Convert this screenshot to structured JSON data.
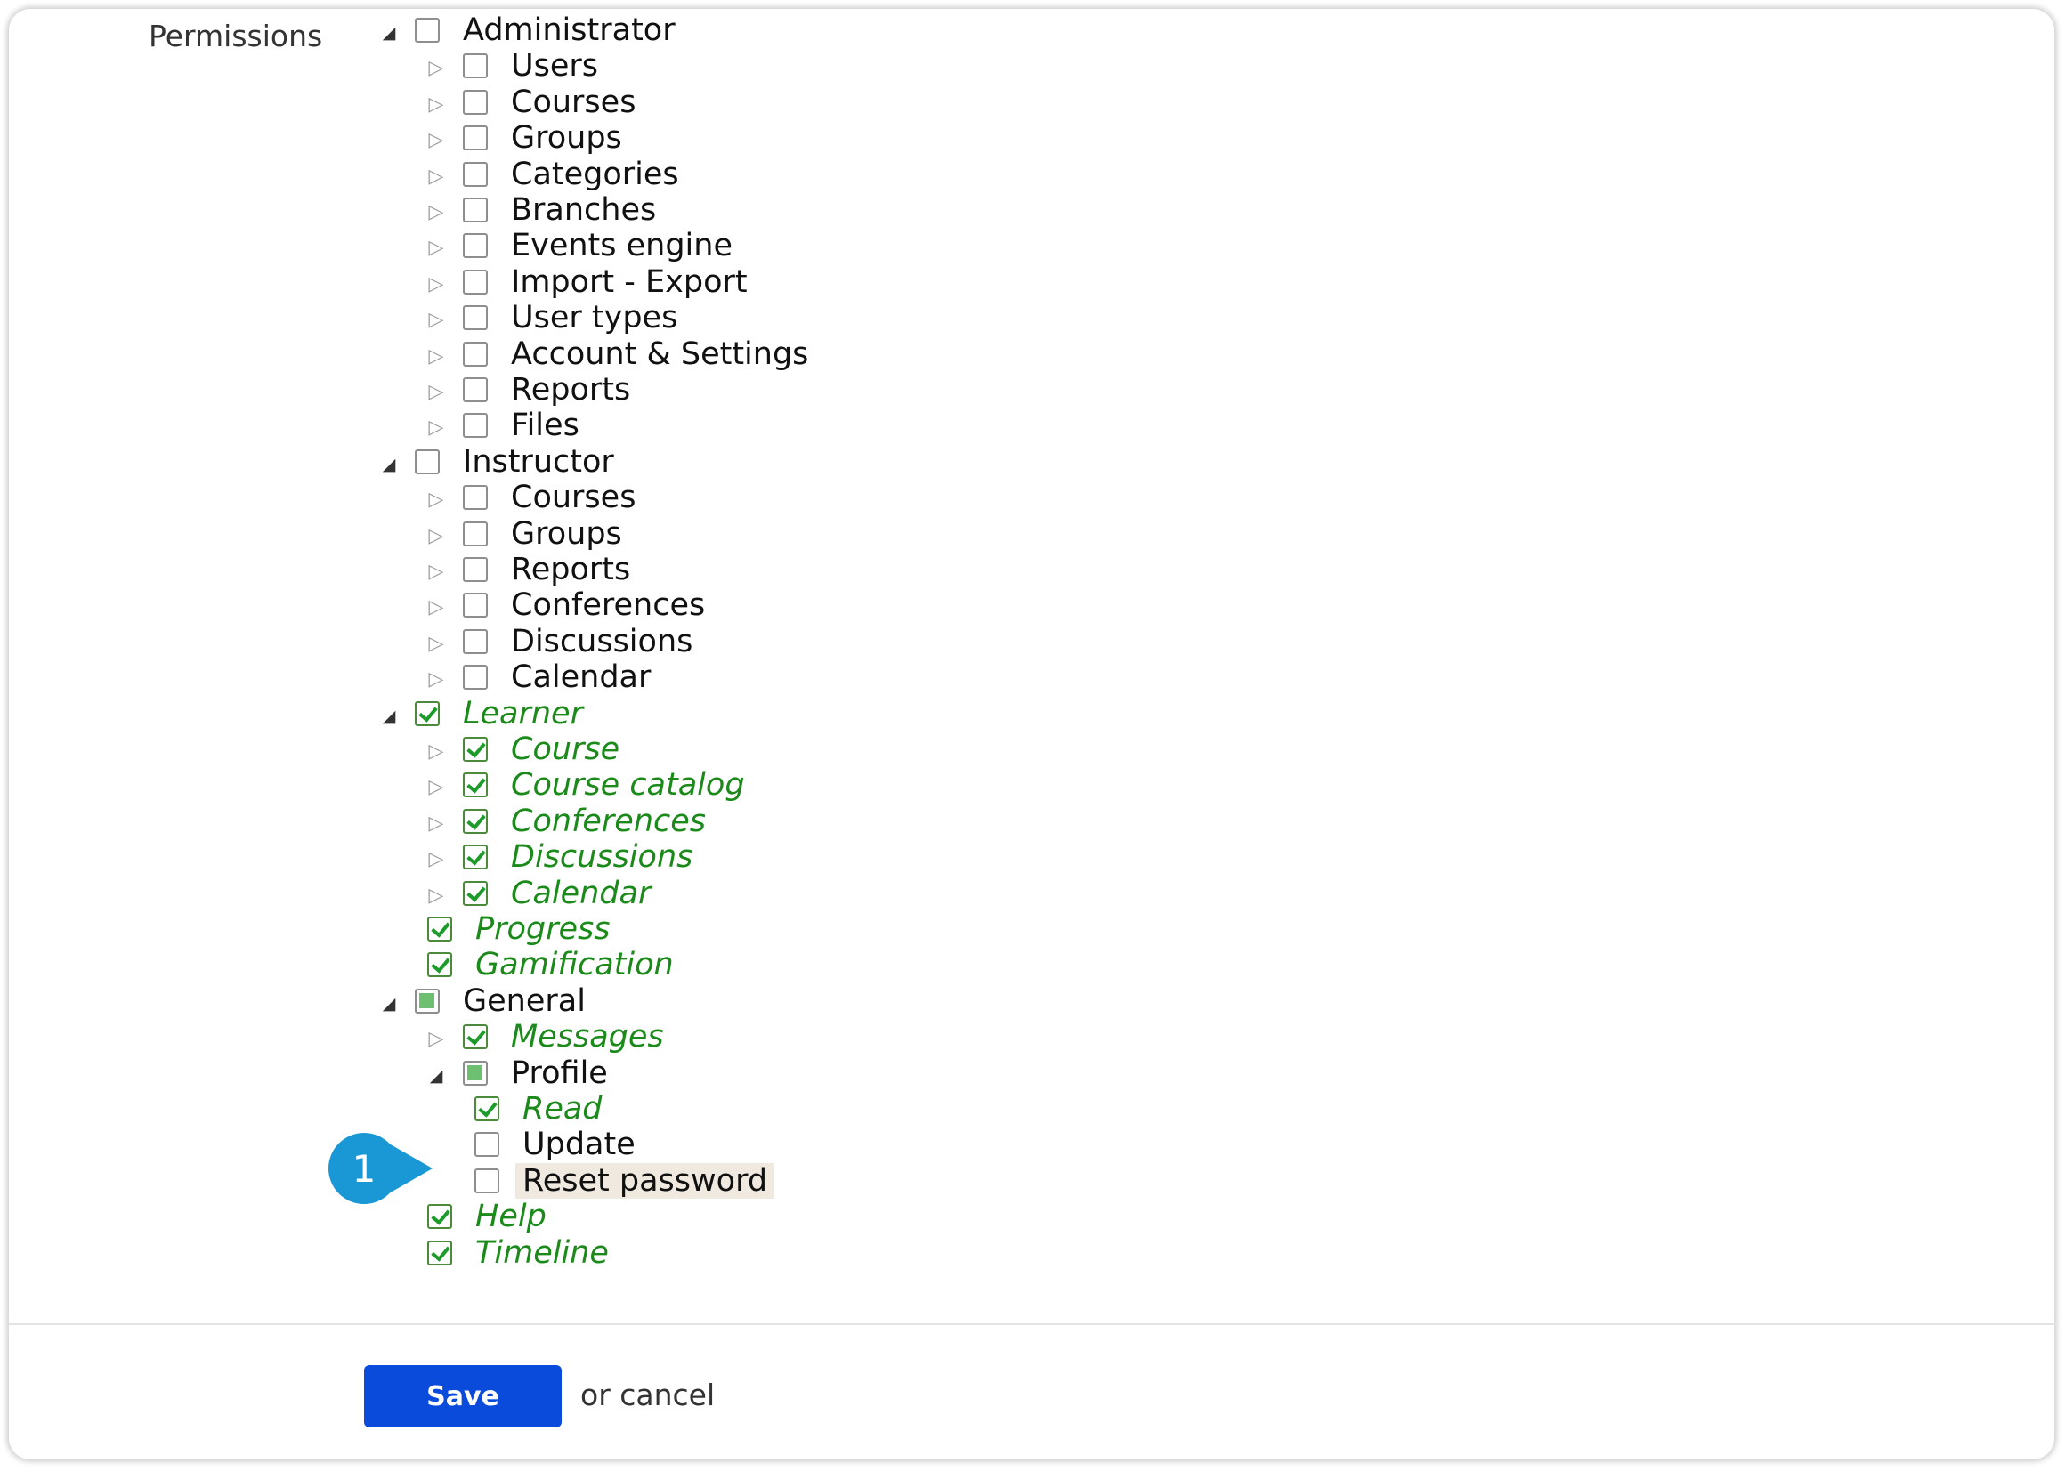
{
  "form": {
    "permissions_label": "Permissions"
  },
  "tree": [
    {
      "label": "Administrator",
      "state": "unchecked",
      "toggle": "expanded",
      "level": 0
    },
    {
      "label": "Users",
      "state": "unchecked",
      "toggle": "collapsed",
      "level": 1
    },
    {
      "label": "Courses",
      "state": "unchecked",
      "toggle": "collapsed",
      "level": 1
    },
    {
      "label": "Groups",
      "state": "unchecked",
      "toggle": "collapsed",
      "level": 1
    },
    {
      "label": "Categories",
      "state": "unchecked",
      "toggle": "collapsed",
      "level": 1
    },
    {
      "label": "Branches",
      "state": "unchecked",
      "toggle": "collapsed",
      "level": 1
    },
    {
      "label": "Events engine",
      "state": "unchecked",
      "toggle": "collapsed",
      "level": 1
    },
    {
      "label": "Import - Export",
      "state": "unchecked",
      "toggle": "collapsed",
      "level": 1
    },
    {
      "label": "User types",
      "state": "unchecked",
      "toggle": "collapsed",
      "level": 1
    },
    {
      "label": "Account & Settings",
      "state": "unchecked",
      "toggle": "collapsed",
      "level": 1
    },
    {
      "label": "Reports",
      "state": "unchecked",
      "toggle": "collapsed",
      "level": 1
    },
    {
      "label": "Files",
      "state": "unchecked",
      "toggle": "collapsed",
      "level": 1
    },
    {
      "label": "Instructor",
      "state": "unchecked",
      "toggle": "expanded",
      "level": 0
    },
    {
      "label": "Courses",
      "state": "unchecked",
      "toggle": "collapsed",
      "level": 1
    },
    {
      "label": "Groups",
      "state": "unchecked",
      "toggle": "collapsed",
      "level": 1
    },
    {
      "label": "Reports",
      "state": "unchecked",
      "toggle": "collapsed",
      "level": 1
    },
    {
      "label": "Conferences",
      "state": "unchecked",
      "toggle": "collapsed",
      "level": 1
    },
    {
      "label": "Discussions",
      "state": "unchecked",
      "toggle": "collapsed",
      "level": 1
    },
    {
      "label": "Calendar",
      "state": "unchecked",
      "toggle": "collapsed",
      "level": 1
    },
    {
      "label": "Learner",
      "state": "checked",
      "toggle": "expanded",
      "level": 0
    },
    {
      "label": "Course",
      "state": "checked",
      "toggle": "collapsed",
      "level": 1
    },
    {
      "label": "Course catalog",
      "state": "checked",
      "toggle": "collapsed",
      "level": 1
    },
    {
      "label": "Conferences",
      "state": "checked",
      "toggle": "collapsed",
      "level": 1
    },
    {
      "label": "Discussions",
      "state": "checked",
      "toggle": "collapsed",
      "level": 1
    },
    {
      "label": "Calendar",
      "state": "checked",
      "toggle": "collapsed",
      "level": 1
    },
    {
      "label": "Progress",
      "state": "checked",
      "toggle": "none",
      "level": 1
    },
    {
      "label": "Gamification",
      "state": "checked",
      "toggle": "none",
      "level": 1
    },
    {
      "label": "General",
      "state": "partial",
      "toggle": "expanded",
      "level": 0
    },
    {
      "label": "Messages",
      "state": "checked",
      "toggle": "collapsed",
      "level": 1
    },
    {
      "label": "Profile",
      "state": "partial",
      "toggle": "expanded",
      "level": 1
    },
    {
      "label": "Read",
      "state": "checked",
      "toggle": "none",
      "level": 2
    },
    {
      "label": "Update",
      "state": "unchecked",
      "toggle": "none",
      "level": 2
    },
    {
      "label": "Reset password",
      "state": "unchecked",
      "toggle": "none",
      "level": 2,
      "highlighted": true
    },
    {
      "label": "Help",
      "state": "checked",
      "toggle": "none",
      "level": 1
    },
    {
      "label": "Timeline",
      "state": "checked",
      "toggle": "none",
      "level": 1
    }
  ],
  "actions": {
    "save_label": "Save",
    "cancel_text": "or cancel"
  },
  "callout": {
    "number": "1"
  },
  "colors": {
    "save_button": "#0a4bdc",
    "checked_text": "#1b8a1b",
    "callout": "#1a98d5",
    "highlight_row": "#efe9df"
  }
}
